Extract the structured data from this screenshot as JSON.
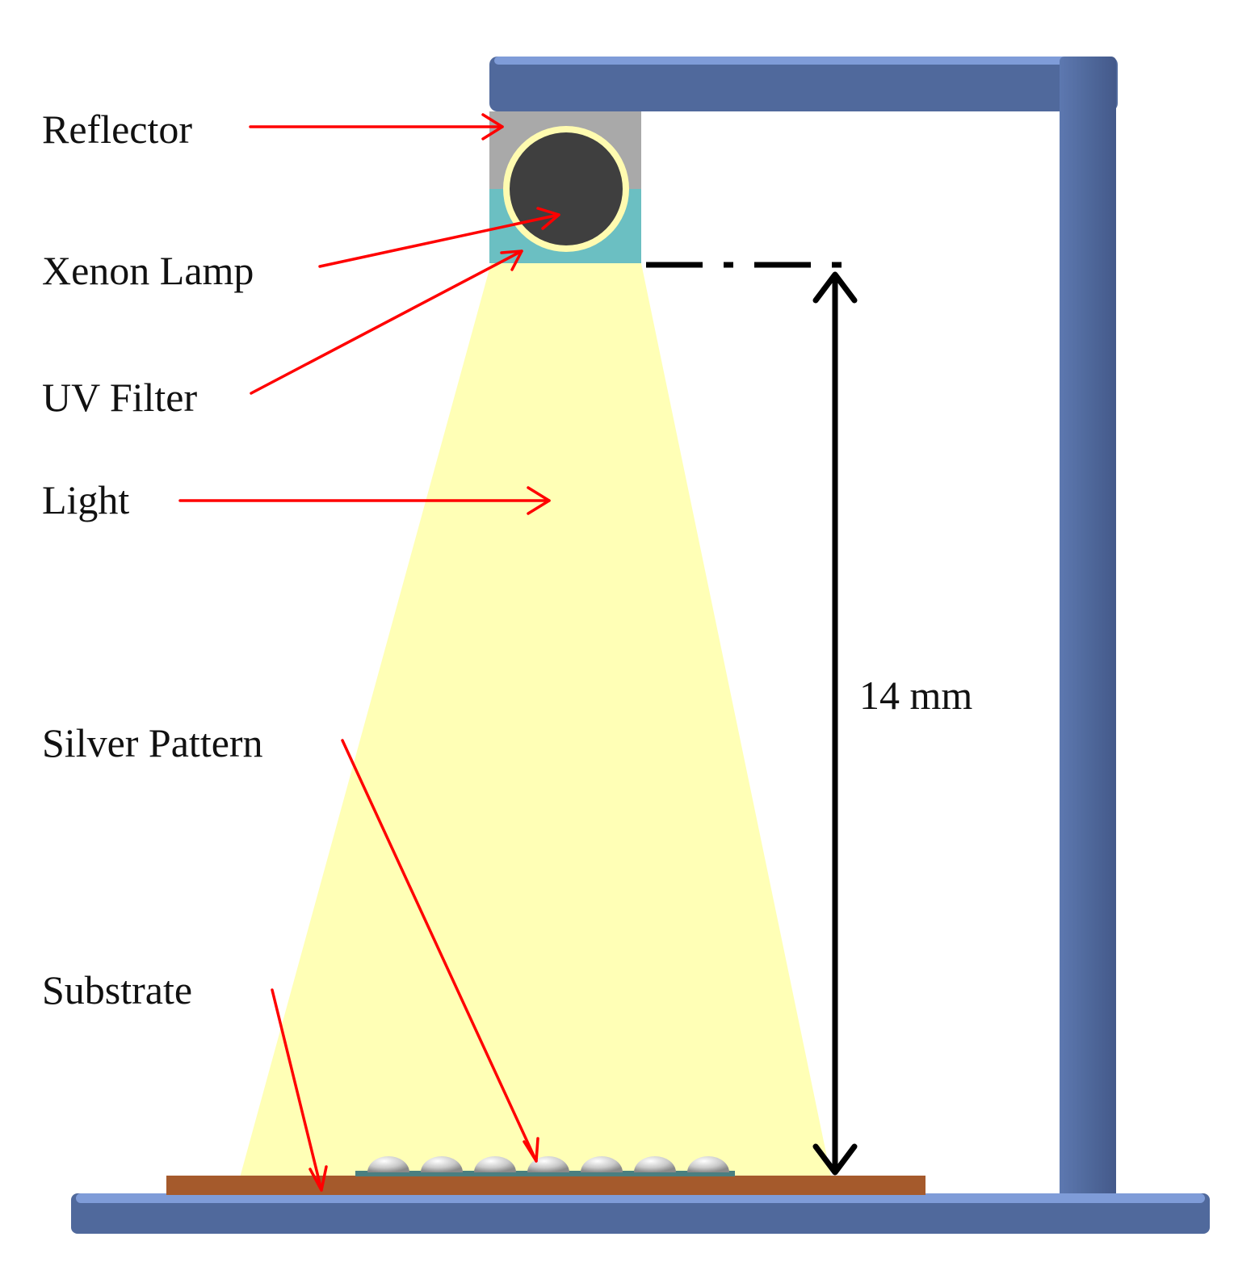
{
  "labels": {
    "reflector": "Reflector",
    "xenon_lamp": "Xenon Lamp",
    "uv_filter": "UV Filter",
    "light": "Light",
    "silver_pattern": "Silver Pattern",
    "substrate": "Substrate",
    "distance": "14 mm"
  },
  "colors": {
    "frame": "#50699c",
    "frame_highlight": "#7f9cd8",
    "reflector": "#a9a9a9",
    "lamp": "#3f3f3f",
    "lamp_ring": "#fffbb0",
    "uv_filter": "#6bbfc2",
    "light": "#ffffb6",
    "substrate": "#a55a2c",
    "silver": "#c9c9c9",
    "arrow": "#ff0000",
    "dimension": "#000000"
  }
}
